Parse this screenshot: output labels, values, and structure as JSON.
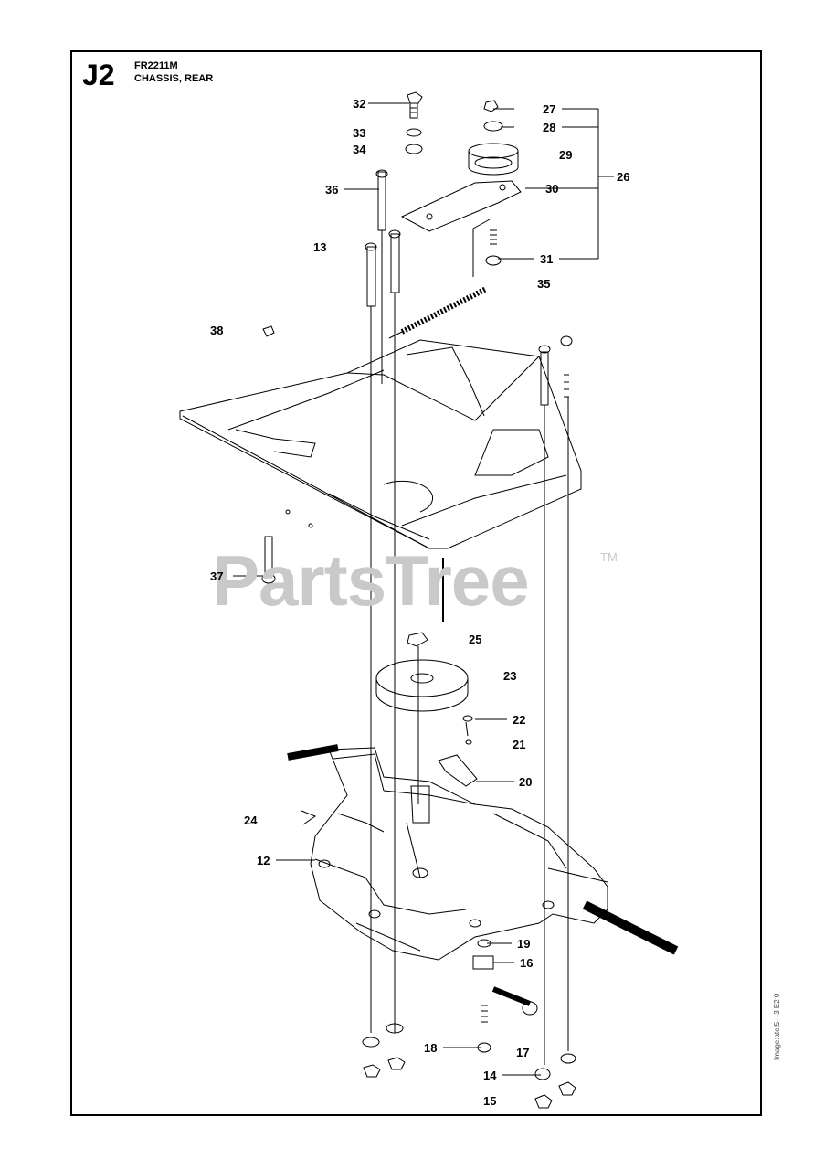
{
  "header": {
    "section_code": "J2",
    "model": "FR2211M",
    "title": "CHASSIS, REAR"
  },
  "watermark": {
    "text": "PartsTree",
    "trademark": "TM"
  },
  "image_reference": "Image:ate:5—3 E2 0",
  "callouts": [
    {
      "id": "c32",
      "label": "32"
    },
    {
      "id": "c33",
      "label": "33"
    },
    {
      "id": "c34",
      "label": "34"
    },
    {
      "id": "c27",
      "label": "27"
    },
    {
      "id": "c28",
      "label": "28"
    },
    {
      "id": "c29",
      "label": "29"
    },
    {
      "id": "c26",
      "label": "26"
    },
    {
      "id": "c30",
      "label": "30"
    },
    {
      "id": "c36",
      "label": "36"
    },
    {
      "id": "c13",
      "label": "13"
    },
    {
      "id": "c31",
      "label": "31"
    },
    {
      "id": "c35",
      "label": "35"
    },
    {
      "id": "c38",
      "label": "38"
    },
    {
      "id": "c37",
      "label": "37"
    },
    {
      "id": "c25",
      "label": "25"
    },
    {
      "id": "c23",
      "label": "23"
    },
    {
      "id": "c22",
      "label": "22"
    },
    {
      "id": "c21",
      "label": "21"
    },
    {
      "id": "c20",
      "label": "20"
    },
    {
      "id": "c24",
      "label": "24"
    },
    {
      "id": "c12",
      "label": "12"
    },
    {
      "id": "c19",
      "label": "19"
    },
    {
      "id": "c16",
      "label": "16"
    },
    {
      "id": "c18",
      "label": "18"
    },
    {
      "id": "c17",
      "label": "17"
    },
    {
      "id": "c14",
      "label": "14"
    },
    {
      "id": "c15",
      "label": "15"
    }
  ],
  "colors": {
    "line": "#000000",
    "watermark": "#c9c9c9",
    "background": "#ffffff"
  }
}
